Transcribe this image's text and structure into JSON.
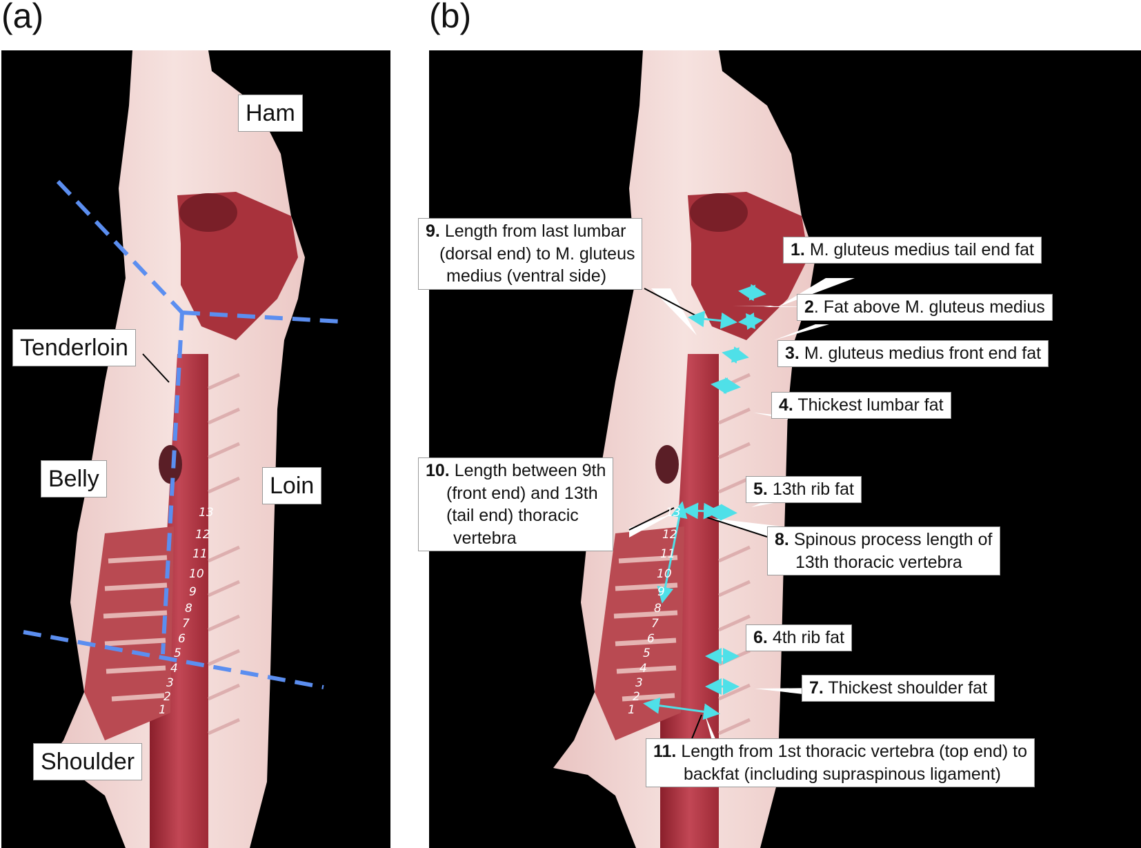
{
  "panels": {
    "a": {
      "letter": "(a)",
      "cuts": {
        "ham": "Ham",
        "tenderloin": "Tenderloin",
        "belly": "Belly",
        "loin": "Loin",
        "shoulder": "Shoulder"
      },
      "vertebrae": [
        "13",
        "12",
        "11",
        "10",
        "9",
        "8",
        "7",
        "6",
        "5",
        "4",
        "3",
        "2",
        "1"
      ]
    },
    "b": {
      "letter": "(b)",
      "measurements": [
        {
          "num": "1.",
          "text": "M. gluteus medius tail end fat"
        },
        {
          "num": "2",
          "text": ". Fat above M. gluteus medius"
        },
        {
          "num": "3.",
          "text": "M. gluteus medius front end fat"
        },
        {
          "num": "4.",
          "text": "Thickest lumbar fat"
        },
        {
          "num": "5.",
          "text": "13th rib fat"
        },
        {
          "num": "6.",
          "text": "4th rib fat"
        },
        {
          "num": "7.",
          "text": "Thickest shoulder fat"
        },
        {
          "num": "8.",
          "line1": "Spinous process length of",
          "line2": "13th thoracic vertebra"
        },
        {
          "num": "9.",
          "line1": "Length from last lumbar",
          "line2": "(dorsal end) to M. gluteus",
          "line3": "medius (ventral side)"
        },
        {
          "num": "10.",
          "line1": "Length between 9th",
          "line2": "(front end) and 13th",
          "line3": "(tail end) thoracic",
          "line4": "vertebra"
        },
        {
          "num": "11.",
          "line1": "Length from 1st thoracic vertebra (top end) to",
          "line2": "backfat (including supraspinous ligament)"
        }
      ],
      "vertebrae": [
        "13",
        "12",
        "11",
        "10",
        "9",
        "8",
        "7",
        "6",
        "5",
        "4",
        "3",
        "2",
        "1"
      ]
    }
  },
  "colors": {
    "dashed_line": "#5b8ef0",
    "arrow": "#4fe0e8",
    "fat": "#f3d8d6",
    "meat": "#b5323f"
  }
}
